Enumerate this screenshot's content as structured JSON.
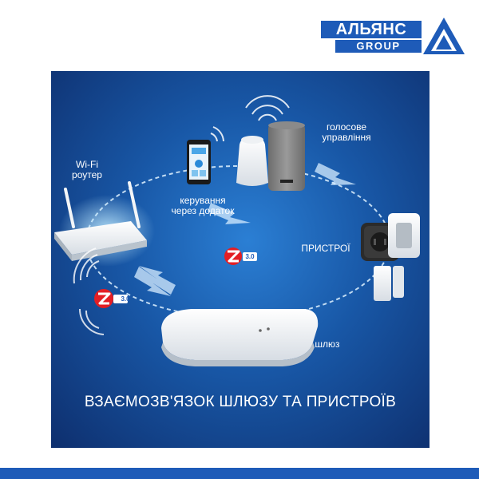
{
  "brand": {
    "name": "АЛЬЯНС",
    "sub": "GROUP",
    "color": "#1e5bb8"
  },
  "labels": {
    "wifi_line1": "Wi-Fi",
    "wifi_line2": "роутер",
    "voice_line1": "голосове",
    "voice_line2": "управління",
    "app_line1": "керування",
    "app_line2": "через додаток",
    "devices": "ПРИСТРОЇ",
    "gateway": "шлюз"
  },
  "zigbee": {
    "version": "3.0",
    "badge_color": "#e31e24"
  },
  "caption": "ВЗАЄМОЗВ'ЯЗОК ШЛЮЗУ ТА ПРИСТРОЇВ",
  "colors": {
    "panel_light": "#2b7fd4",
    "panel_dark": "#0e2f6e",
    "accent": "#1e5bb8"
  },
  "icons": [
    "wifi-router-icon",
    "smartphone-icon",
    "smart-speaker-icon",
    "smart-plug-icon",
    "door-sensor-icon",
    "gateway-hub-icon",
    "zigbee-badge-icon",
    "signal-waves-icon"
  ]
}
